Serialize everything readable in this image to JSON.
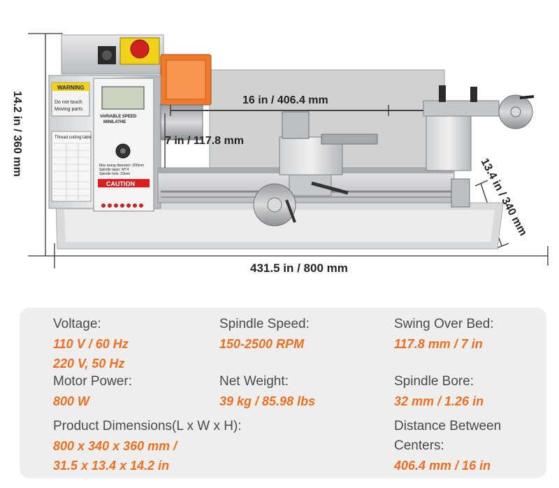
{
  "dimensions": {
    "spindle_center_distance": "16 in / 406.4 mm",
    "swing_height": "7 in / 117.8 mm",
    "height": "14.2 in / 360 mm",
    "width": "431.5 in / 800 mm",
    "depth": "13.4 in / 340 mm"
  },
  "machine_labels": {
    "warning": "WARNING",
    "warning_text_1": "Do not touch",
    "warning_text_2": "Moving parts",
    "thread_table": "Thread cutting table",
    "panel_title_1": "VARIABLE SPEED",
    "panel_title_2": "MINILATHE",
    "panel_specs_1": "Max swing diameter: 200mm",
    "panel_specs_2": "Spindle taper: MT4",
    "panel_specs_3": "Spindle hole: 33mm",
    "caution": "CAUTION"
  },
  "specs": {
    "voltage": {
      "label": "Voltage:",
      "values": [
        "110 V / 60 Hz",
        "220 V, 50 Hz"
      ]
    },
    "spindle_speed": {
      "label": "Spindle Speed:",
      "values": [
        "150-2500 RPM"
      ]
    },
    "swing_over_bed": {
      "label": "Swing Over Bed:",
      "values": [
        "117.8 mm / 7 in"
      ]
    },
    "motor_power": {
      "label": "Motor Power:",
      "values": [
        "800 W"
      ]
    },
    "net_weight": {
      "label": "Net Weight:",
      "values": [
        "39 kg / 85.98 lbs"
      ]
    },
    "spindle_bore": {
      "label": "Spindle Bore:",
      "values": [
        "32 mm / 1.26 in"
      ]
    },
    "product_dimensions": {
      "label": "Product Dimensions(L x W x H):",
      "values": [
        "800 x 340 x 360 mm /",
        "31.5 x 13.4 x 14.2 in"
      ]
    },
    "distance_between_centers": {
      "label_lines": [
        "Distance Between",
        "Centers:"
      ],
      "values": [
        "406.4 mm / 16 in"
      ]
    }
  },
  "colors": {
    "accent": "#f06e1e",
    "label": "#4a4a4a",
    "panel_bg": "#eeeeee",
    "machine_orange": "#f07a2a"
  }
}
